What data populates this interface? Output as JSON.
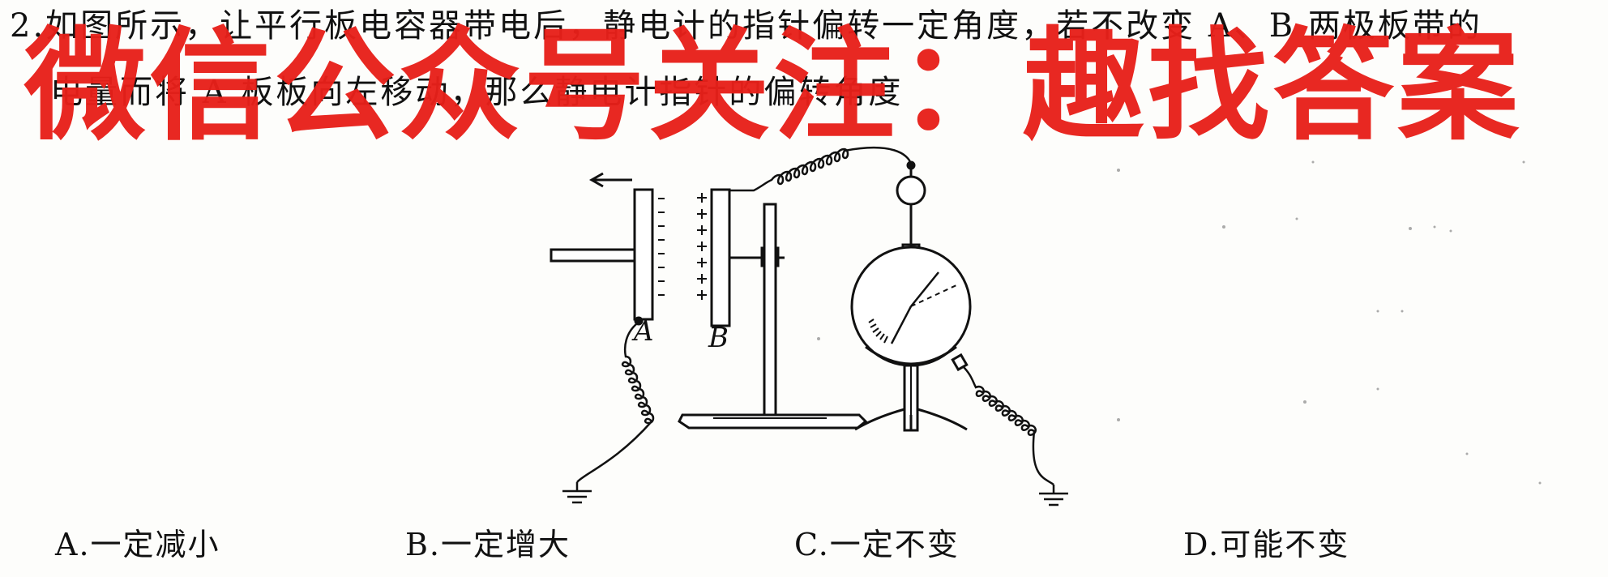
{
  "question": {
    "line1": "2.如图所示，让平行板电容器带电后，静电计的指针偏转一定角度，若不改变 A、B 两极板带的",
    "line2": "电量而将 A 板板向左移动，那么静电计指针的偏转角度"
  },
  "watermark": "微信公众号关注：趣找答案",
  "figure": {
    "plate_a_label": "A",
    "plate_b_label": "B"
  },
  "options": [
    {
      "label": "A.一定减小"
    },
    {
      "label": "B.一定增大"
    },
    {
      "label": "C.一定不变"
    },
    {
      "label": "D.可能不变"
    }
  ]
}
